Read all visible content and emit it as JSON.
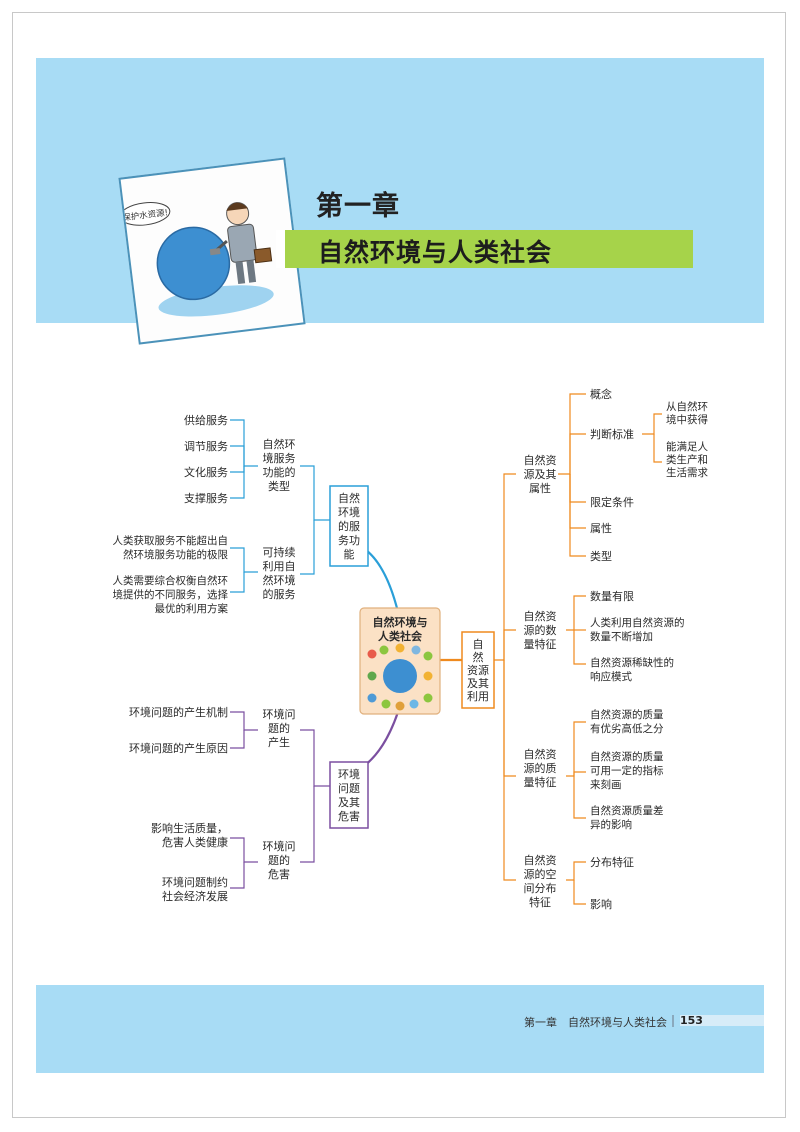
{
  "header": {
    "chapter_number": "第一章",
    "chapter_title": "自然环境与人类社会",
    "cartoon_speech": "保护水资源!"
  },
  "mindmap": {
    "center": {
      "line1": "自然环境与",
      "line2": "人类社会"
    },
    "ecosystem_services": {
      "label": [
        "自然",
        "环境",
        "的服",
        "务功",
        "能"
      ],
      "types": {
        "label": [
          "自然环",
          "境服务",
          "功能的",
          "类型"
        ],
        "items": [
          "供给服务",
          "调节服务",
          "文化服务",
          "支撑服务"
        ]
      },
      "sustainable": {
        "label": [
          "可持续",
          "利用自",
          "然环境",
          "的服务"
        ],
        "items": [
          [
            "人类获取服务不能超出自",
            "然环境服务功能的极限"
          ],
          [
            "人类需要综合权衡自然环",
            "境提供的不同服务，选择",
            "最优的利用方案"
          ]
        ]
      }
    },
    "env_problems": {
      "label": [
        "环境",
        "问题",
        "及其",
        "危害"
      ],
      "origin": {
        "label": [
          "环境问",
          "题的",
          "产生"
        ],
        "items": [
          "环境问题的产生机制",
          "环境问题的产生原因"
        ]
      },
      "harm": {
        "label": [
          "环境问",
          "题的",
          "危害"
        ],
        "items": [
          [
            "影响生活质量，",
            "危害人类健康"
          ],
          [
            "环境问题制约",
            "社会经济发展"
          ]
        ]
      }
    },
    "natural_resources": {
      "label": [
        "自",
        "然",
        "资源",
        "及其",
        "利用"
      ],
      "attributes": {
        "label": [
          "自然资",
          "源及其",
          "属性"
        ],
        "concept": "概念",
        "criteria": {
          "label": "判断标准",
          "items": [
            [
              "从自然环",
              "境中获得"
            ],
            [
              "能满足人",
              "类生产和",
              "生活需求"
            ]
          ]
        },
        "others": [
          "限定条件",
          "属性",
          "类型"
        ]
      },
      "quantity": {
        "label": [
          "自然资",
          "源的数",
          "量特征"
        ],
        "items": [
          [
            "数量有限"
          ],
          [
            "人类利用自然资源的",
            "数量不断增加"
          ],
          [
            "自然资源稀缺性的",
            "响应模式"
          ]
        ]
      },
      "quality": {
        "label": [
          "自然资",
          "源的质",
          "量特征"
        ],
        "items": [
          [
            "自然资源的质量",
            "有优劣高低之分"
          ],
          [
            "自然资源的质量",
            "可用一定的指标",
            "来刻画"
          ],
          [
            "自然资源质量差",
            "异的影响"
          ]
        ]
      },
      "spatial": {
        "label": [
          "自然资",
          "源的空",
          "间分布",
          "特征"
        ],
        "items": [
          "分布特征",
          "影响"
        ]
      }
    }
  },
  "footer": {
    "chapter": "第一章",
    "title": "自然环境与人类社会",
    "page": "153"
  },
  "colors": {
    "band": "#a8dcf5",
    "title_bar": "#a6d34a",
    "blue_branch": "#2a9fd8",
    "purple_branch": "#7b4fa0",
    "orange_branch": "#ef8a1e"
  }
}
